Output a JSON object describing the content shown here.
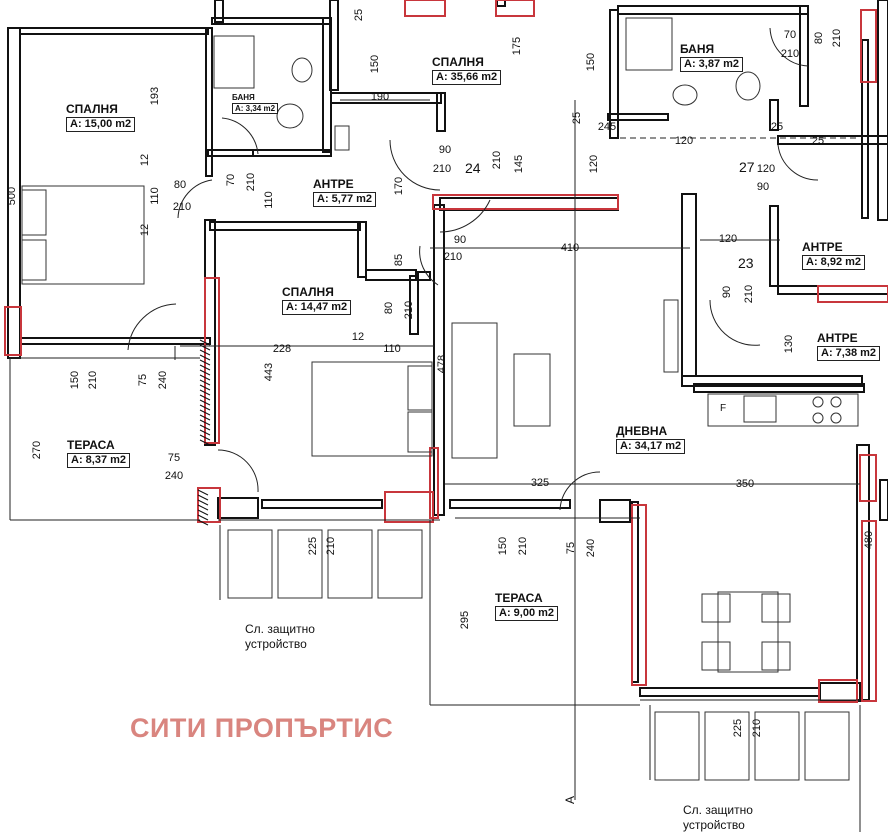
{
  "colors": {
    "wall": "#111111",
    "red": "#c8363c",
    "watermark": "#d9857f",
    "dim": "#222222"
  },
  "rooms": {
    "bed1": {
      "name": "СПАЛНЯ",
      "area": "А: 15,00 m2"
    },
    "bath1": {
      "name": "БАНЯ",
      "area": "А: 3,34 m2"
    },
    "bed2": {
      "name": "СПАЛНЯ",
      "area": "А: 35,66 m2"
    },
    "bath2": {
      "name": "БАНЯ",
      "area": "А: 3,87 m2"
    },
    "hall1": {
      "name": "АНТРЕ",
      "area": "А: 5,77 m2"
    },
    "bed3": {
      "name": "СПАЛНЯ",
      "area": "А: 14,47 m2"
    },
    "hall2": {
      "name": "АНТРЕ",
      "area": "А: 8,92 m2"
    },
    "hall3": {
      "name": "АНТРЕ",
      "area": "А: 7,38 m2"
    },
    "terrace1": {
      "name": "ТЕРАСА",
      "area": "А: 8,37 m2"
    },
    "living": {
      "name": "ДНЕВНА",
      "area": "А: 34,17 m2"
    },
    "terrace2": {
      "name": "ТЕРАСА",
      "area": "А: 9,00 m2"
    }
  },
  "notes": {
    "guard1": "Сл. защитно устройство",
    "guard2": "Сл. защитно устройство"
  },
  "section_mark": "A",
  "watermark": "СИТИ ПРОПЪРТИС",
  "appliance_label": "F",
  "door_numbers": [
    "24",
    "27",
    "23"
  ],
  "dimensions": [
    "25",
    "150",
    "190",
    "175",
    "150",
    "25",
    "70",
    "80",
    "210",
    "210",
    "193",
    "500",
    "12",
    "110",
    "12",
    "80",
    "70",
    "210",
    "110",
    "210",
    "90",
    "210",
    "145",
    "120",
    "120",
    "245",
    "25",
    "25",
    "120",
    "90",
    "210",
    "170",
    "85",
    "90",
    "210",
    "410",
    "120",
    "90",
    "210",
    "80",
    "210",
    "130",
    "150",
    "210",
    "75",
    "240",
    "228",
    "12",
    "110",
    "443",
    "478",
    "270",
    "75",
    "240",
    "325",
    "350",
    "225",
    "210",
    "150",
    "210",
    "75",
    "240",
    "295",
    "480",
    "225",
    "210"
  ]
}
